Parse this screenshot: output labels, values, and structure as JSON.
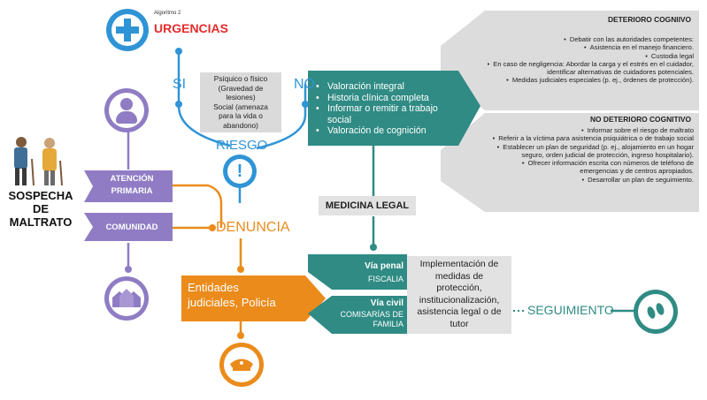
{
  "colors": {
    "teal": "#2f8b84",
    "blue": "#2f94d6",
    "purple": "#8f7cc4",
    "orange": "#eb8b1b",
    "red": "#e52b2b",
    "gray_box": "#e2e2e2",
    "gray_text_box": "#d9d9d9",
    "dark_text": "#333333"
  },
  "left": {
    "title": "SOSPECHA DE\nMALTRATO",
    "atencion_primaria": "ATENCIÓN\nPRIMARIA",
    "comunidad": "COMUNIDAD"
  },
  "top": {
    "algoritmo": "Algoritmo 2",
    "urgencias": "URGENCIAS",
    "si": "SI",
    "no": "NO",
    "riesgo": "RIESGO",
    "riesgo_box": "Psíquico o físico\n(Gravedad de\nlesiones)\nSocial (amenaza\npara la vida o\nabandono)"
  },
  "teal_box": {
    "items": [
      "Valoración integral",
      "Historia clínica completa",
      "Informar o remitir a trabajo social",
      "Valoración de cognición"
    ]
  },
  "deterioro": {
    "title": "DETERIORO COGNIIVO",
    "items": [
      "Debatir con las autoridades competentes:",
      "Asistencia en el manejo financiero.",
      "Custodia legal",
      "En caso de negligencia: Abordar la carga y el estrés en el cuidador, identificar alternativas de cuidadores potenciales.",
      "Medidas judiciales especiales (p. ej., órdenes de protección)."
    ]
  },
  "no_deterioro": {
    "title": "NO DETERIORO COGNITIVO",
    "items": [
      "Informar sobre el riesgo de maltrato",
      "Referir a la víctima para asistencia psiquiátrica o de trabajo social",
      "Establecer un plan de seguridad (p. ej., alojamiento en un hogar seguro, orden judicial de protección, ingreso hospitalario).",
      "Ofrecer información escrita con números de teléfono de emergencias y de centros apropiados.",
      "Desarrollar un plan de seguimiento."
    ]
  },
  "medicina_legal": "MEDICINA LEGAL",
  "denuncia": "DENUNCIA",
  "entidades": "Entidades\njudiciales, Policía",
  "via_penal": {
    "title": "Vía penal",
    "sub": "FISCALIA"
  },
  "via_civil": {
    "title": "Vía civil",
    "sub": "COMISARÍAS DE\nFAMILIA"
  },
  "implementacion": "Implementación de\nmedidas de\nprotección,\ninstitucionalización,\nasistencia legal o de\ntutor",
  "seguimiento": "SEGUIMIENTO",
  "icons": [
    "hospital-cross-icon",
    "doctor-icon",
    "community-houses-icon",
    "police-cap-icon",
    "footprints-icon",
    "elderly-couple-icon",
    "exclamation-icon"
  ]
}
